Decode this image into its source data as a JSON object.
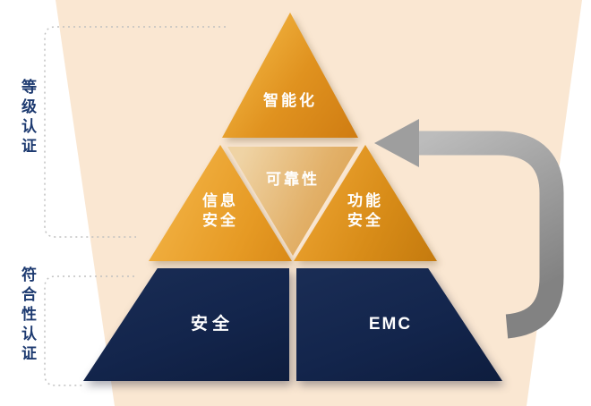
{
  "pyramid": {
    "top": {
      "label": "智能化"
    },
    "mid_left": {
      "line1": "信息",
      "line2": "安全"
    },
    "mid_center": {
      "label": "可靠性"
    },
    "mid_right": {
      "line1": "功能",
      "line2": "安全"
    },
    "bottom_left": {
      "label": "安全"
    },
    "bottom_right": {
      "label": "EMC"
    }
  },
  "side_labels": {
    "level_certification": "等级认证",
    "conformity_certification": "符合性认证"
  },
  "colors": {
    "gold": "#E69A24",
    "gold_dark": "#C47A0E",
    "tan": "#E2B068",
    "navy": "#13254C",
    "peach_background": "#FAE7D2",
    "arrow_gray": "#9A9A9A",
    "side_label_navy": "#1D3A70",
    "dotted_bracket_gray": "#C0C0C0",
    "shape_text": "#FFFFFF"
  }
}
